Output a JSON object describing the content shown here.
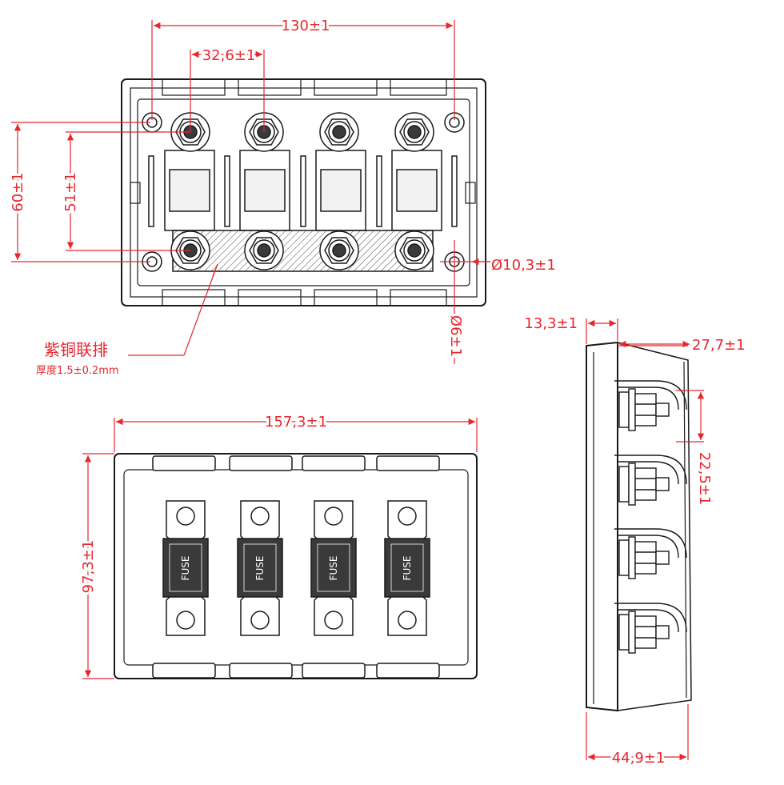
{
  "colors": {
    "dimension": "#e8262d",
    "outline": "#1a1a1a",
    "fill_dark": "#3a3a3a",
    "hatch": "#666666"
  },
  "top_view": {
    "dim_width": "130±1",
    "dim_pitch": "32,6±1",
    "dim_height_outer": "60±1",
    "dim_height_inner": "51±1",
    "dim_stud_diameter": "Ø10,3±1",
    "dim_hole_diameter": "Ø6±1",
    "busbar_label": "紫铜联排",
    "busbar_thickness": "厚度1.5±0.2mm"
  },
  "front_view": {
    "dim_width": "157,3±1",
    "dim_height": "97,3±1",
    "fuse_label": "FUSE"
  },
  "side_view": {
    "dim_base": "13,3±1",
    "dim_top": "27,7±1",
    "dim_pitch": "22,5±1",
    "dim_depth": "44,9±1"
  }
}
